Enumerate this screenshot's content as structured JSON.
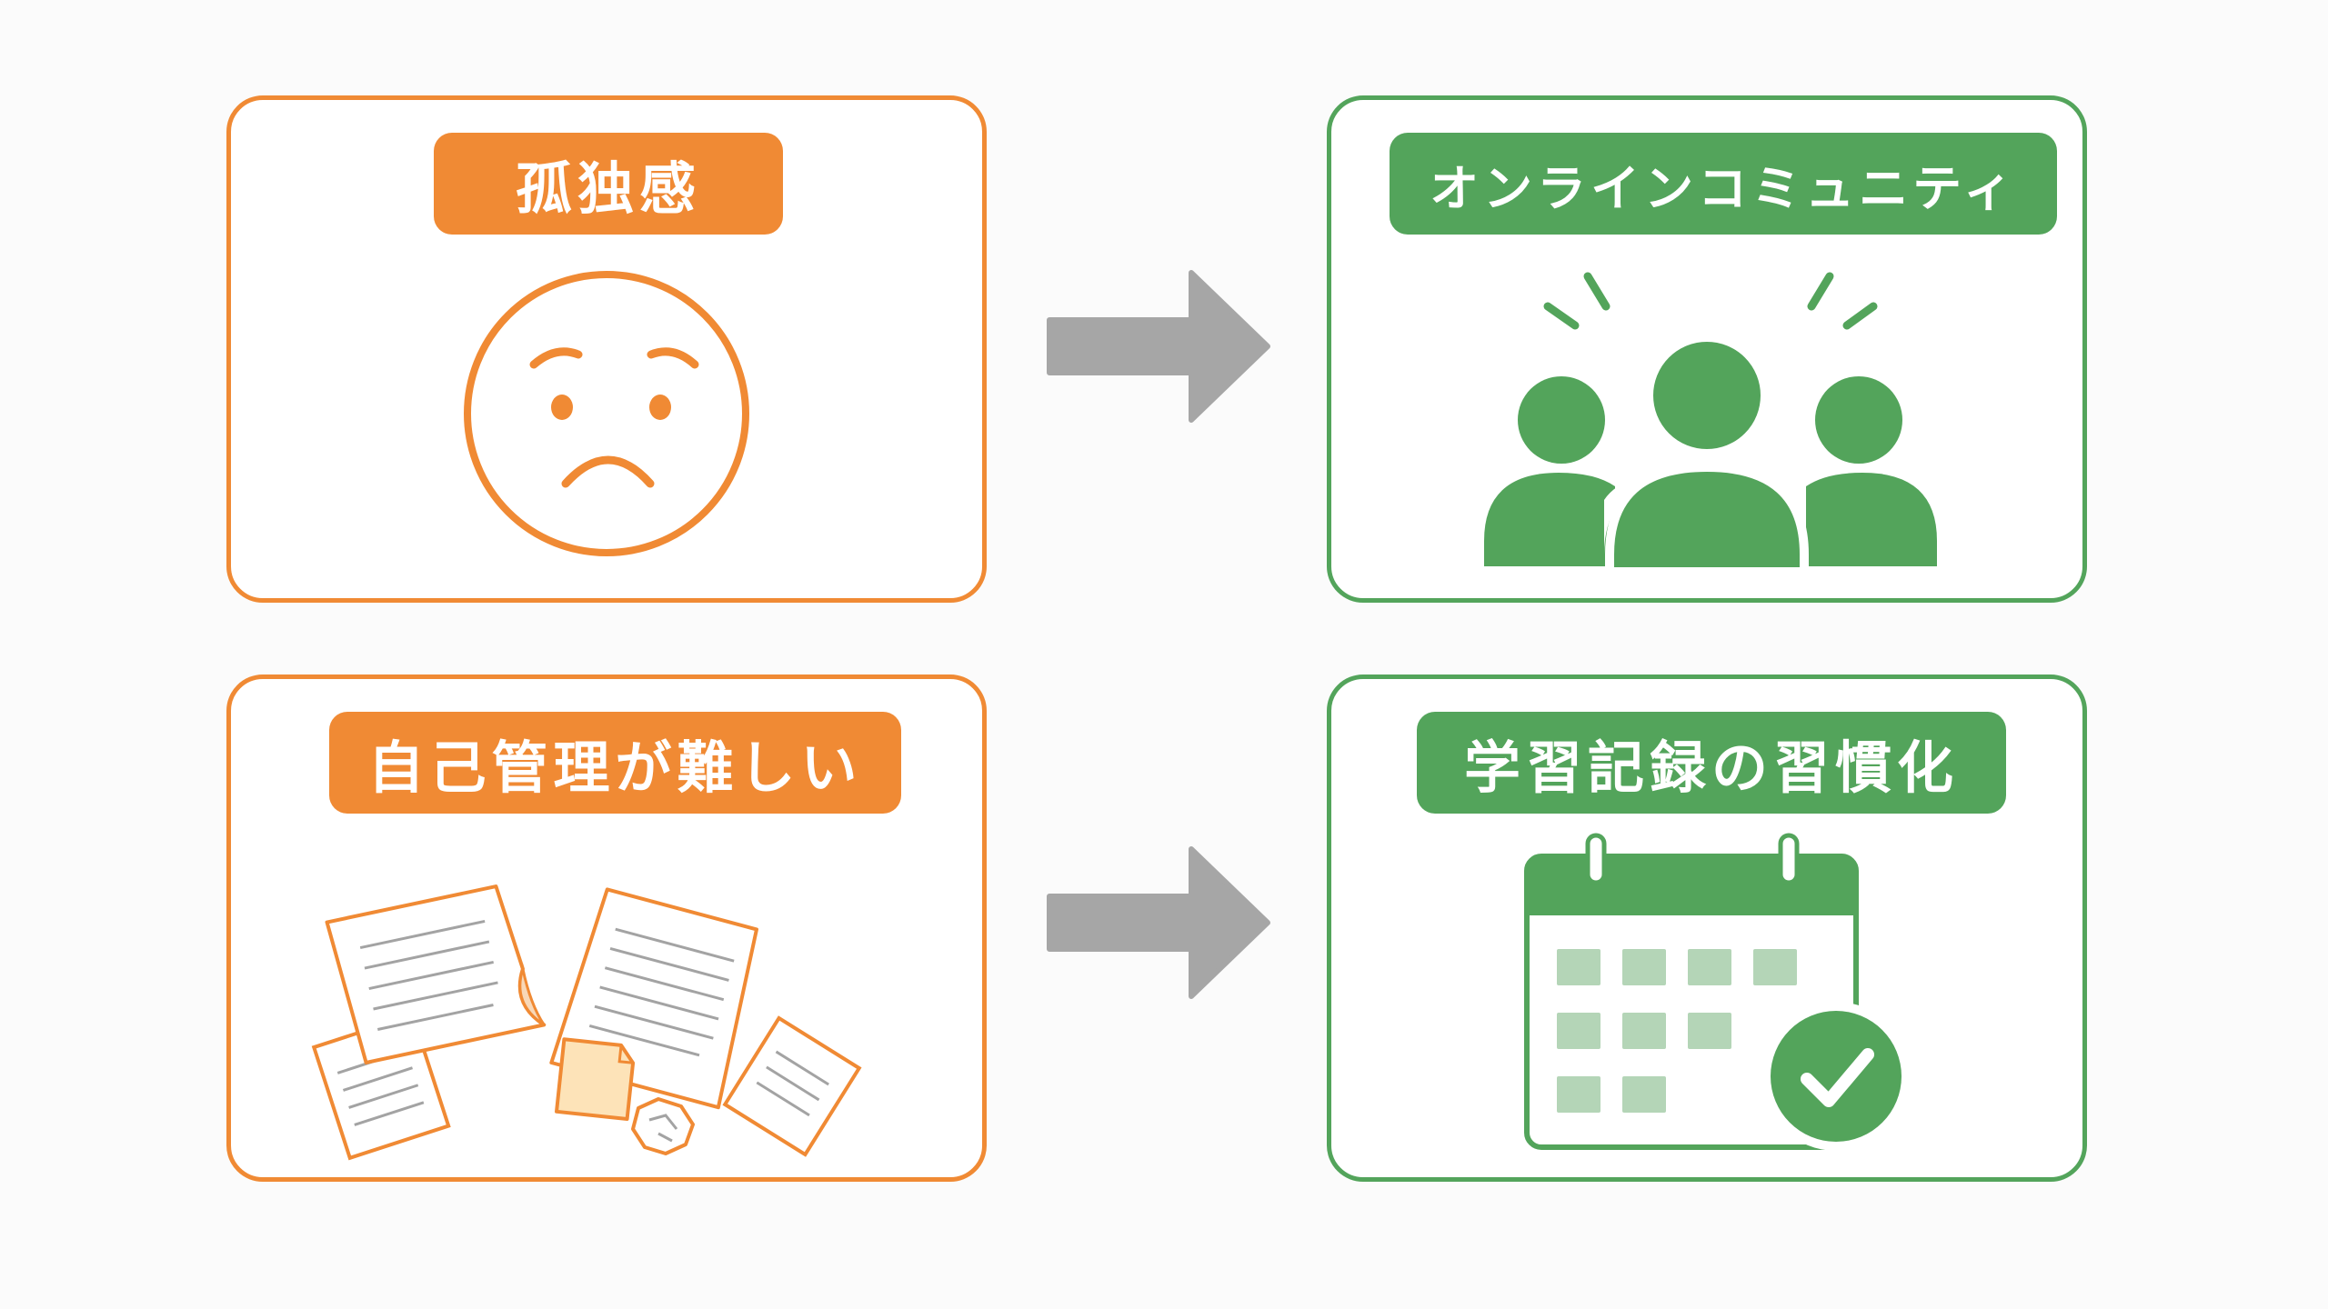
{
  "diagram": {
    "problems": [
      {
        "label": "孤独感",
        "icon": "sad-face-icon"
      },
      {
        "label": "自己管理が難しい",
        "icon": "scattered-papers-icon"
      }
    ],
    "solutions": [
      {
        "label": "オンラインコミュニティ",
        "icon": "group-people-icon"
      },
      {
        "label": "学習記録の習慣化",
        "icon": "calendar-check-icon"
      }
    ],
    "arrow_icon": "right-arrow-icon"
  },
  "colors": {
    "problem": "#f08a34",
    "solution": "#53a45b",
    "arrow": "#a6a6a6",
    "calendar_cell": "#b4d5b7",
    "note_fill": "#fde3b8"
  }
}
